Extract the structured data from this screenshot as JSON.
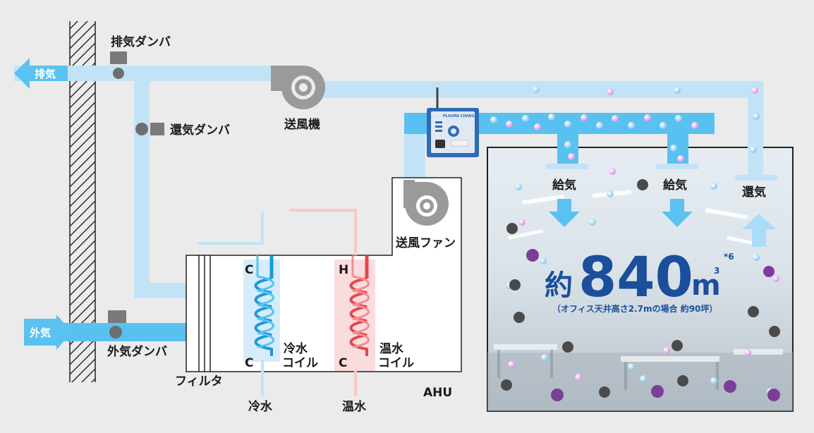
{
  "labels": {
    "exhaust_arrow": "排気",
    "outside_arrow": "外気",
    "exhaust_damper": "排気ダンバ",
    "return_damper": "還気ダンバ",
    "outside_damper": "外気ダンバ",
    "blower": "送風機",
    "supply_fan": "送風ファン",
    "filter": "フィルタ",
    "cold_coil_line1": "冷水",
    "cold_coil_line2": "コイル",
    "hot_coil_line1": "温水",
    "hot_coil_line2": "コイル",
    "cold_water": "冷水",
    "hot_water": "温水",
    "ahu": "AHU",
    "supply_1": "給気",
    "supply_2": "給気",
    "return_air": "還気",
    "coil_c_top": "C",
    "coil_c_bottom": "C",
    "coil_h_top": "H",
    "coil_h_bottom": "C",
    "device_brand": "PLASMA CHARGE"
  },
  "room": {
    "prefix": "約",
    "value": "840",
    "unit": "m",
    "unit_sup": "3",
    "note": "*6",
    "sub": "（オフィス天井高さ2.7mの場合 約90坪）"
  },
  "colors": {
    "duct": "#c2e3f6",
    "duct_dark": "#58c1f1",
    "cold": "#1a9ad8",
    "hot": "#e5464c",
    "text_blue": "#1b4f9c",
    "fan_gray": "#9a9a9a"
  }
}
